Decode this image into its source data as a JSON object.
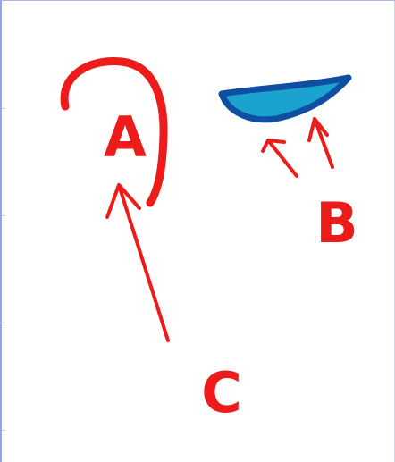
{
  "labels": {
    "a": "A",
    "b": "B",
    "c": "C"
  },
  "colors": {
    "annotation": "#ee1b1b",
    "shape_fill": "#1aa3cf",
    "shape_outline": "#0f4fa3",
    "frame": "#8fa3e6"
  }
}
